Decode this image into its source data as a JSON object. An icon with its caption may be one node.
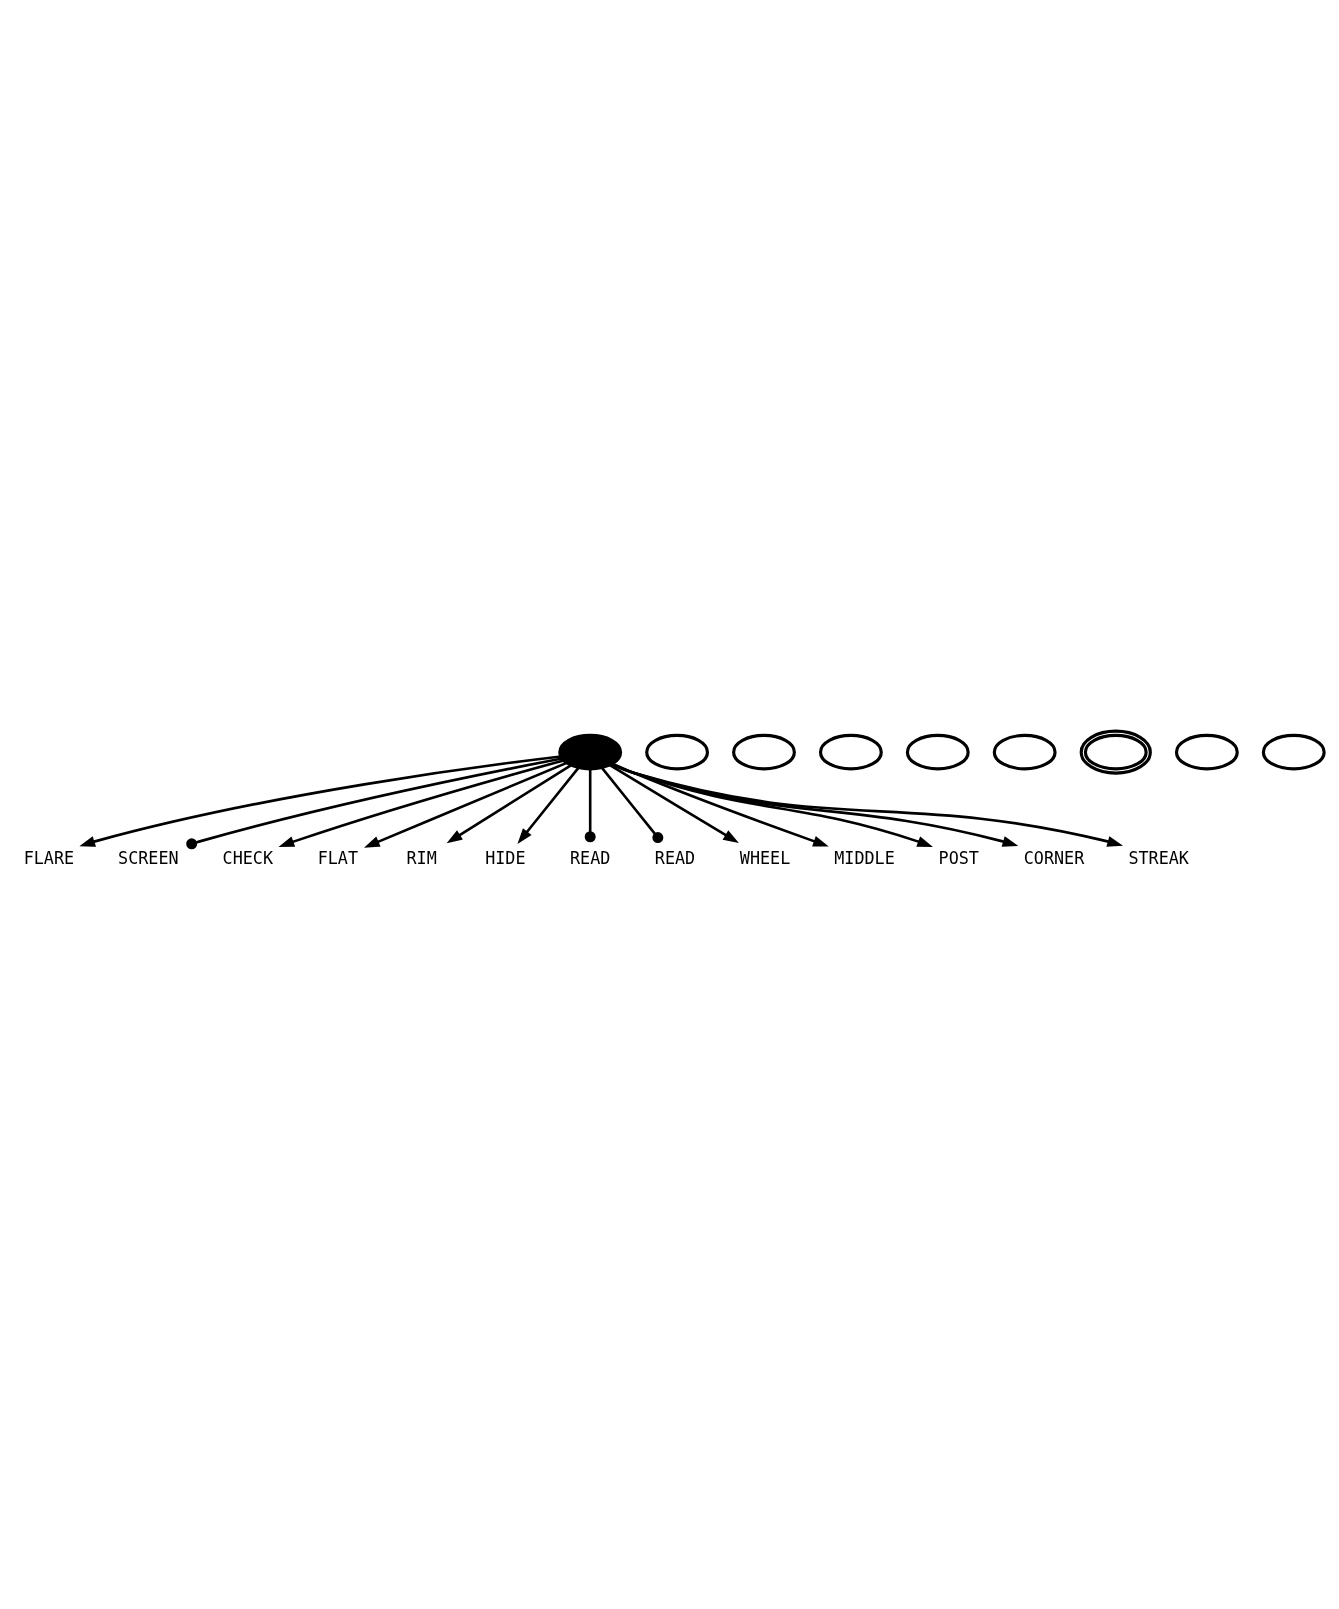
{
  "diagram": {
    "nodes": [
      {
        "text": [],
        "shape": "circle"
      },
      {
        "text": [],
        "shape": "circle"
      },
      {
        "text": [],
        "shape": "circle"
      },
      {
        "text": [],
        "shape": "circle"
      },
      {
        "text": [],
        "shape": "circle"
      },
      {
        "text": [],
        "shape": "circle"
      },
      {
        "text": [],
        "shape": "circle"
      },
      {
        "text": [],
        "shape": "circle"
      },
      {
        "text": [],
        "shape": "circle"
      },
      {
        "text": [
          "FLARE"
        ]
      },
      {
        "text": [
          "SCREEN"
        ]
      },
      {
        "text": [
          "CHECK"
        ]
      },
      {
        "text": [
          "FLAT"
        ]
      },
      {
        "text": [
          "RIM"
        ]
      },
      {
        "text": [
          "HIDE"
        ]
      },
      {
        "text": [
          "READ"
        ]
      },
      {
        "text": [
          "READ"
        ]
      },
      {
        "text": [
          "WHEEL"
        ]
      },
      {
        "text": [
          "MIDDLE"
        ]
      },
      {
        "text": [
          "POST"
        ]
      },
      {
        "text": [
          "CORNER"
        ]
      },
      {
        "text": [
          "STREAK"
        ]
      }
    ],
    "edges": [
      {
        "from": 0,
        "to": 9,
        "arrow": "to"
      },
      {
        "from": 0,
        "to": 10,
        "arrow": "other"
      },
      {
        "from": 0,
        "to": 11,
        "arrow": "to"
      },
      {
        "from": 0,
        "to": 12,
        "arrow": "to"
      },
      {
        "from": 0,
        "to": 13,
        "arrow": "to"
      },
      {
        "from": 0,
        "to": 14,
        "arrow": "to"
      },
      {
        "from": 0,
        "to": 15,
        "arrow": "other"
      },
      {
        "from": 0,
        "to": 16,
        "arrow": "other"
      },
      {
        "from": 0,
        "to": 17,
        "arrow": "to"
      },
      {
        "from": 0,
        "to": 18,
        "arrow": "to"
      },
      {
        "from": 0,
        "to": 19,
        "arrow": "to"
      },
      {
        "from": 0,
        "to": 20,
        "arrow": "to"
      },
      {
        "from": 0,
        "to": 21,
        "arrow": "to"
      }
    ]
  }
}
